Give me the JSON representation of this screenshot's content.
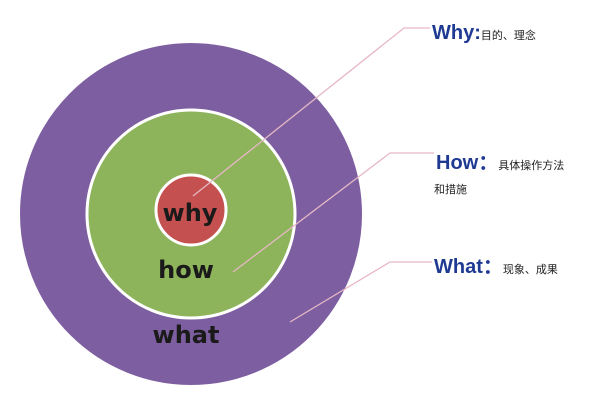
{
  "colors": {
    "outer_ring": "#7d5fa1",
    "middle_ring": "#8db35b",
    "inner_circle": "#c4504f",
    "ring_border": "#ffffff",
    "leader_line": "#e6b8c4",
    "key_text": "#1f3a93"
  },
  "circles": {
    "why": "why",
    "how": "how",
    "what": "what"
  },
  "callouts": {
    "why": {
      "key": "Why:",
      "desc": "目的、理念"
    },
    "how": {
      "key": "How：",
      "desc_line1": "具体操作方法",
      "desc_line2": "和措施"
    },
    "what": {
      "key": "What：",
      "desc": "现象、成果"
    }
  }
}
